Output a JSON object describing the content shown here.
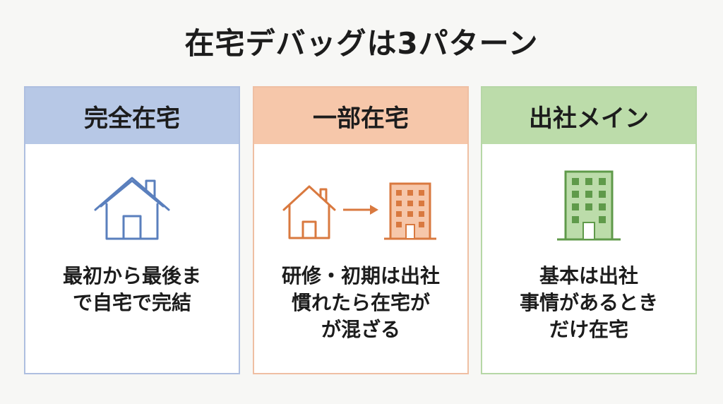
{
  "title": "在宅デバッグは3パターン",
  "colors": {
    "blue": "#5a7fbd",
    "orange": "#d9793f",
    "green": "#5f9a4a"
  },
  "cards": [
    {
      "heading": "完全在宅",
      "icon": "house-icon",
      "lines": [
        "最初から最後ま",
        "で自宅で完結"
      ]
    },
    {
      "heading": "一部在宅",
      "icon": "house-to-office-icon",
      "lines": [
        "研修・初期は出社",
        "慣れたら在宅が",
        "が混ざる"
      ]
    },
    {
      "heading": "出社メイン",
      "icon": "office-building-icon",
      "lines": [
        "基本は出社",
        "事情があるとき",
        "だけ在宅"
      ]
    }
  ]
}
